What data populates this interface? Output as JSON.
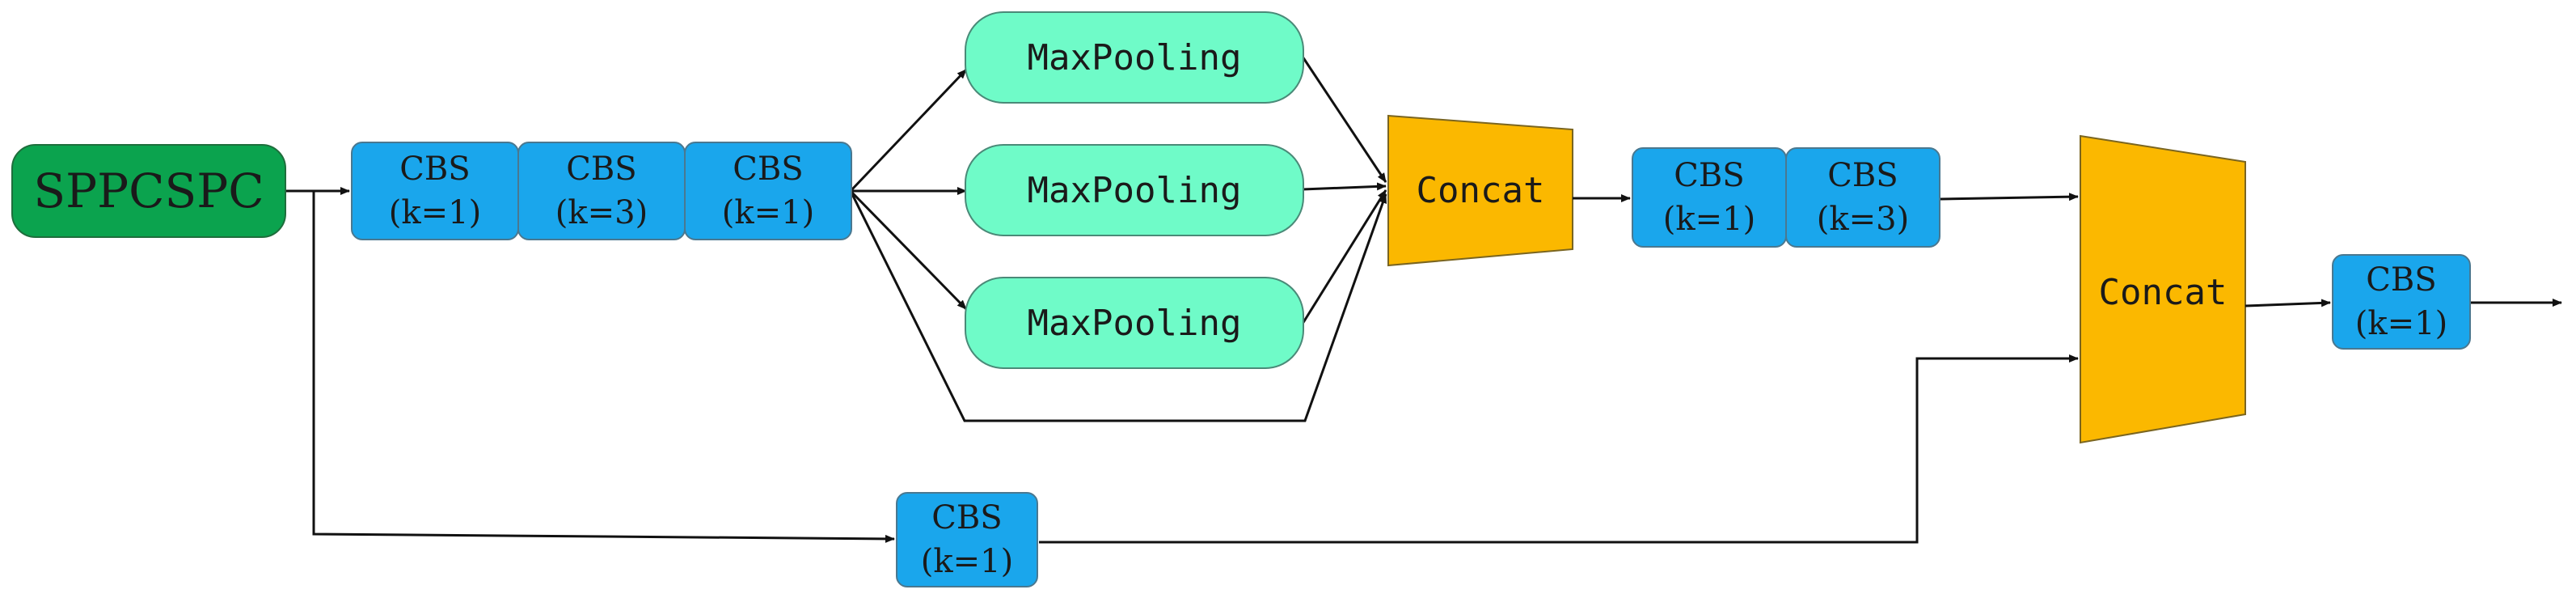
{
  "root": {
    "label": "SPPCSPC"
  },
  "cbs_chain_1": [
    {
      "line1": "CBS",
      "line2": "(k=1)"
    },
    {
      "line1": "CBS",
      "line2": "(k=3)"
    },
    {
      "line1": "CBS",
      "line2": "(k=1)"
    }
  ],
  "pools": [
    {
      "label": "MaxPooling"
    },
    {
      "label": "MaxPooling"
    },
    {
      "label": "MaxPooling"
    }
  ],
  "concat_1": {
    "label": "Concat"
  },
  "cbs_chain_2": [
    {
      "line1": "CBS",
      "line2": "(k=1)"
    },
    {
      "line1": "CBS",
      "line2": "(k=3)"
    }
  ],
  "cbs_bypass": {
    "line1": "CBS",
    "line2": "(k=1)"
  },
  "concat_2": {
    "label": "Concat"
  },
  "cbs_out": {
    "line1": "CBS",
    "line2": "(k=1)"
  },
  "colors": {
    "cbs": "#1aa6ec",
    "pool": "#6ffbc8",
    "root": "#0ba34e",
    "concat": "#fbb800",
    "line": "#111111"
  }
}
